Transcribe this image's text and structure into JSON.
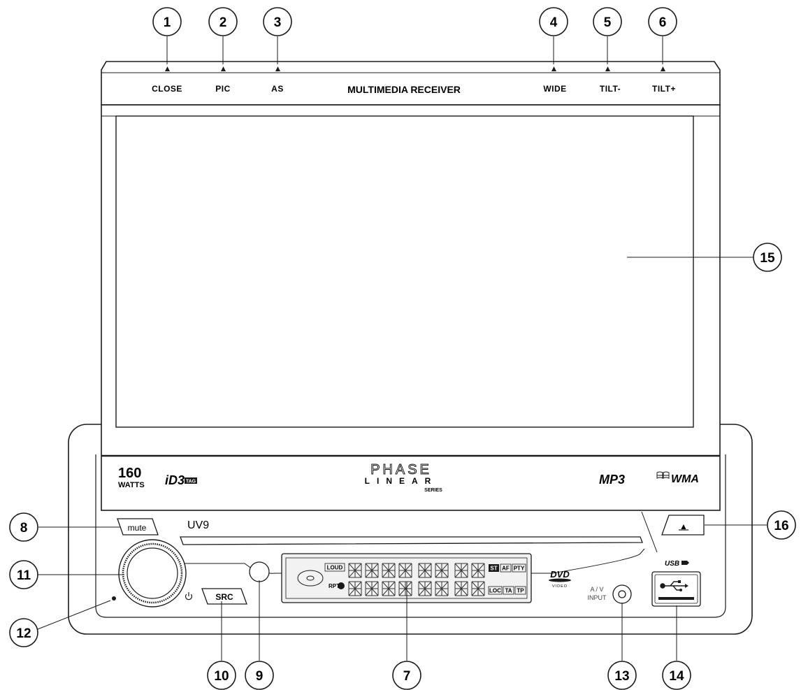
{
  "panel": {
    "top_buttons": [
      "CLOSE",
      "PIC",
      "AS",
      "WIDE",
      "TILT-",
      "TILT+"
    ],
    "title": "MULTIMEDIA RECEIVER"
  },
  "logos": {
    "watts_number": "160",
    "watts_unit": "WATTS",
    "id3": "iD3",
    "id3_tag": "TAG",
    "brand_top": "PHASE",
    "brand_mid": "LINEAR",
    "brand_sub": "SERIES",
    "mp3": "MP3",
    "wma": "WMA",
    "usb": "USB",
    "dvd": "DVD",
    "dvd_sub": "VIDEO"
  },
  "faceplate": {
    "model": "UV9",
    "mute_label": "mute",
    "src_label": "SRC",
    "av_input_line1": "A / V",
    "av_input_line2": "INPUT",
    "eject_symbol": "▲"
  },
  "lcd": {
    "indicators_left": [
      "LOUD",
      "RPT"
    ],
    "indicators_right_top": [
      "ST",
      "AF",
      "PTY"
    ],
    "indicators_right_bottom": [
      "LOC",
      "TA",
      "TP"
    ]
  },
  "callouts": [
    "1",
    "2",
    "3",
    "4",
    "5",
    "6",
    "7",
    "8",
    "9",
    "10",
    "11",
    "12",
    "13",
    "14",
    "15",
    "16"
  ],
  "colors": {
    "line": "#1a1a1a",
    "fill": "#ffffff",
    "lcd_fill": "#f2f2f2"
  }
}
